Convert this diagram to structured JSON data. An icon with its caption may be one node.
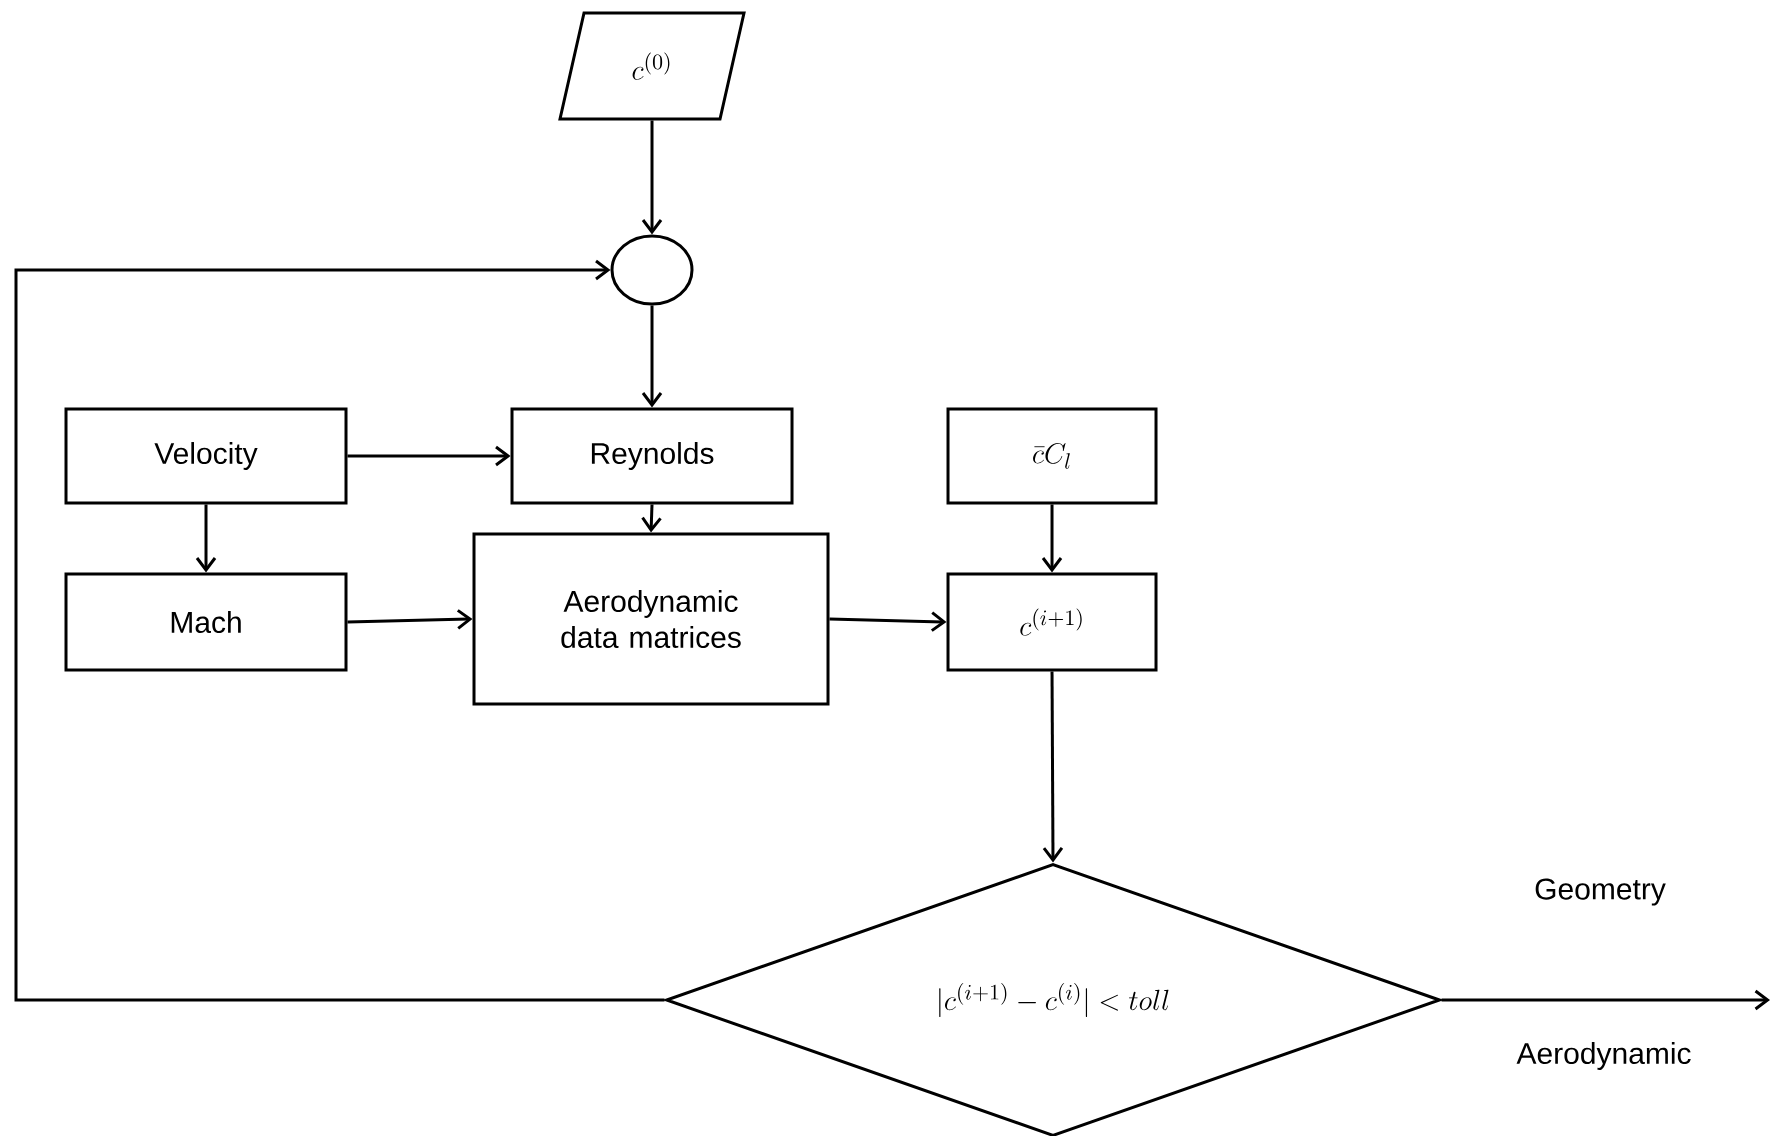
{
  "diagram": {
    "nodes": [
      {
        "text": [
          "c^{(0)}"
        ]
      },
      {
        "text": [],
        "shape": "circle"
      },
      {
        "text": [
          "Velocity"
        ]
      },
      {
        "text": [
          "Reynolds"
        ]
      },
      {
        "text": [
          "\\bar{c}C_l"
        ]
      },
      {
        "text": [
          "Mach"
        ]
      },
      {
        "text": [
          "Aerodynamic data matrices"
        ]
      },
      {
        "text": [
          "c^{(i+1)}"
        ]
      },
      {
        "text": [
          "|c^{(i+1)} - c^{(i)}| < toll"
        ]
      }
    ],
    "edges": [
      {
        "from": 0,
        "to": 1,
        "arrow": "to"
      },
      {
        "from": 1,
        "to": 3,
        "arrow": "to"
      },
      {
        "from": 2,
        "to": 3,
        "arrow": "to"
      },
      {
        "from": 2,
        "to": 5,
        "arrow": "to"
      },
      {
        "from": 3,
        "to": 6,
        "arrow": "to"
      },
      {
        "from": 5,
        "to": 6,
        "arrow": "to"
      },
      {
        "from": 6,
        "to": 7,
        "arrow": "to"
      },
      {
        "from": 4,
        "to": 7,
        "arrow": "to"
      },
      {
        "from": 7,
        "to": 8,
        "arrow": "to"
      },
      {
        "from": 8,
        "to": 1,
        "arrow": "to"
      },
      {
        "from": 8,
        "to": null,
        "arrow": "to"
      }
    ],
    "labels": [
      "Geometry",
      "Aerodynamic"
    ]
  }
}
